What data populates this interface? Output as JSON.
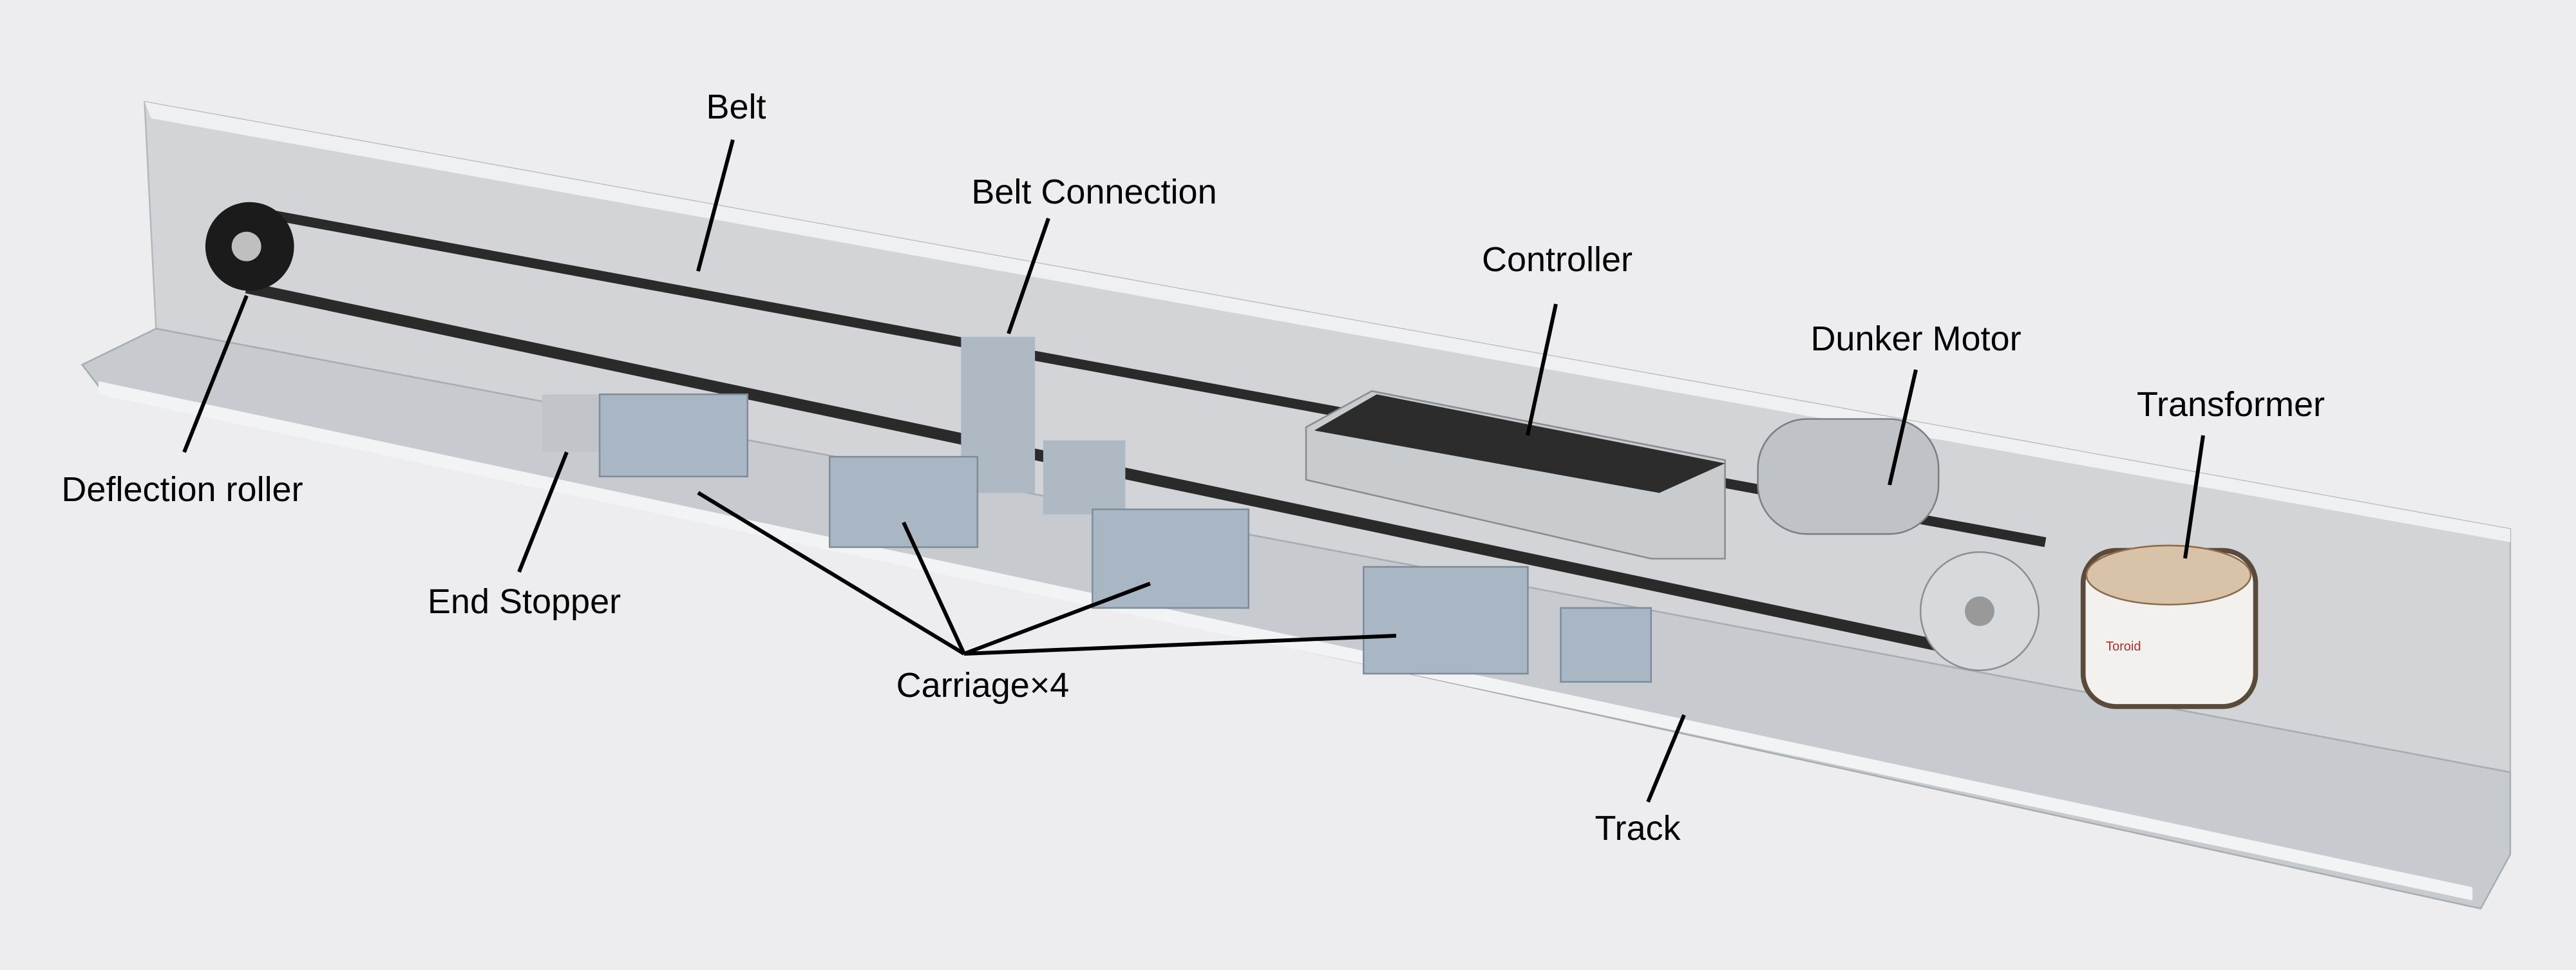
{
  "labels": {
    "belt": "Belt",
    "belt_connection": "Belt Connection",
    "controller": "Controller",
    "dunker_motor": "Dunker Motor",
    "transformer": "Transformer",
    "deflection_roller": "Deflection roller",
    "end_stopper": "End Stopper",
    "carriage": "Carriage×4",
    "track": "Track"
  },
  "transformer_brand": "Toroid",
  "colors": {
    "background": "#ededf0",
    "aluminium": "#c9ccd0",
    "belt": "#2a2a2a",
    "leader": "#000000"
  }
}
